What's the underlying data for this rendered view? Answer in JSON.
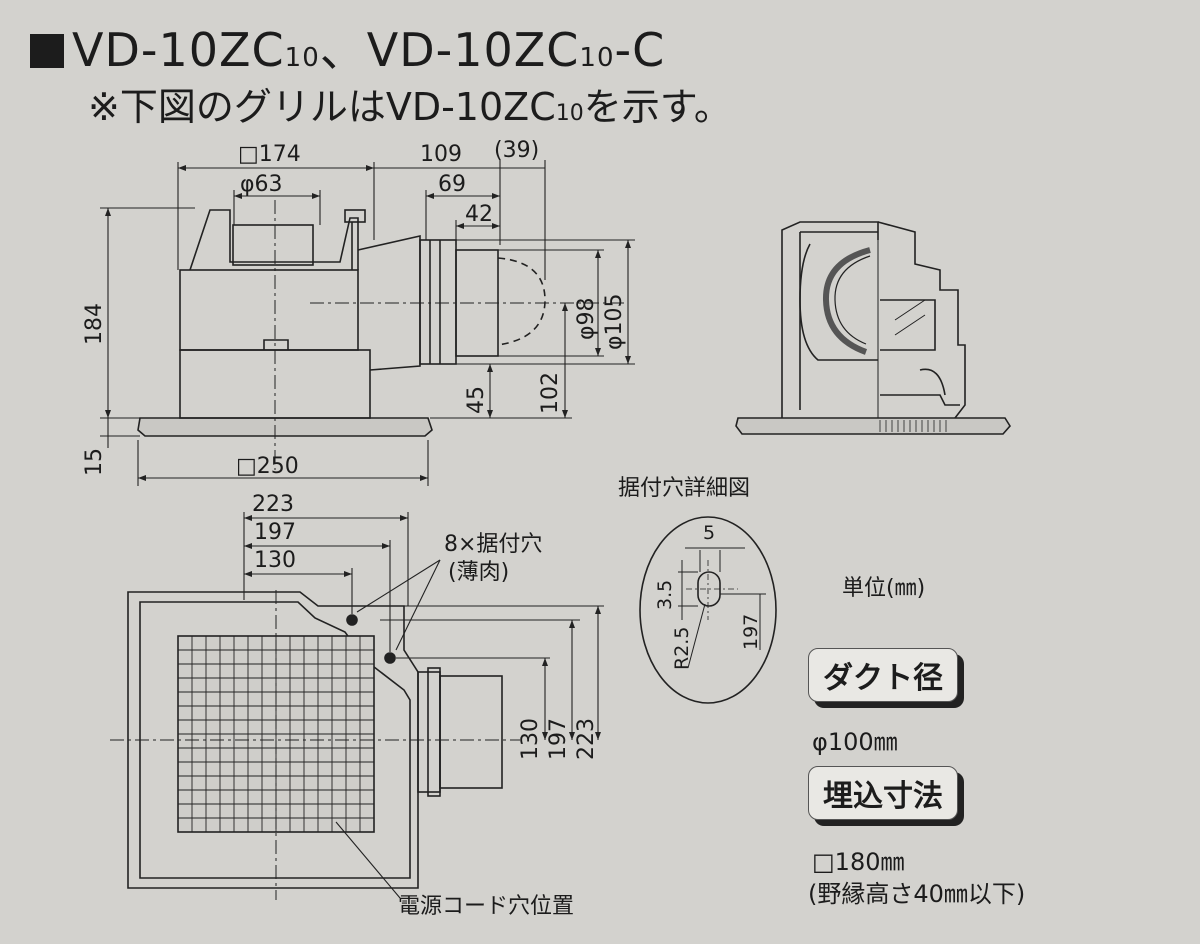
{
  "header": {
    "title_a": "VD-10ZC",
    "title_a_sub": "10",
    "title_sep": "、",
    "title_b": "VD-10ZC",
    "title_b_sub": "10",
    "title_b_suffix": "-C",
    "note_pre": "※下図のグリルはVD-10ZC",
    "note_sub": "10",
    "note_post": "を示す。"
  },
  "side_view": {
    "dims": {
      "width_body": "□174",
      "width_right": "109",
      "width_extra": "(39)",
      "duct_inner": "φ63",
      "dim_69": "69",
      "dim_42": "42",
      "height_total": "184",
      "flange": "15",
      "flange_width": "□250",
      "duct_d1": "φ98",
      "duct_d2": "φ105",
      "h_45": "45",
      "h_102": "102"
    }
  },
  "bottom_view": {
    "dims": {
      "d223": "223",
      "d197": "197",
      "d130": "130",
      "v130": "130",
      "v197": "197",
      "v223": "223"
    },
    "callout_holes_line1": "8×据付穴",
    "callout_holes_line2": "(薄肉)",
    "callout_cord": "電源コード穴位置"
  },
  "hole_detail": {
    "title": "据付穴詳細図",
    "d5": "5",
    "d35": "3.5",
    "r25": "R2.5",
    "d197": "197"
  },
  "units": "単位(㎜)",
  "specs": {
    "duct_label": "ダクト径",
    "duct_value": "φ100㎜",
    "embed_label": "埋込寸法",
    "embed_value": "□180㎜",
    "embed_note": "(野縁高さ40㎜以下)"
  }
}
